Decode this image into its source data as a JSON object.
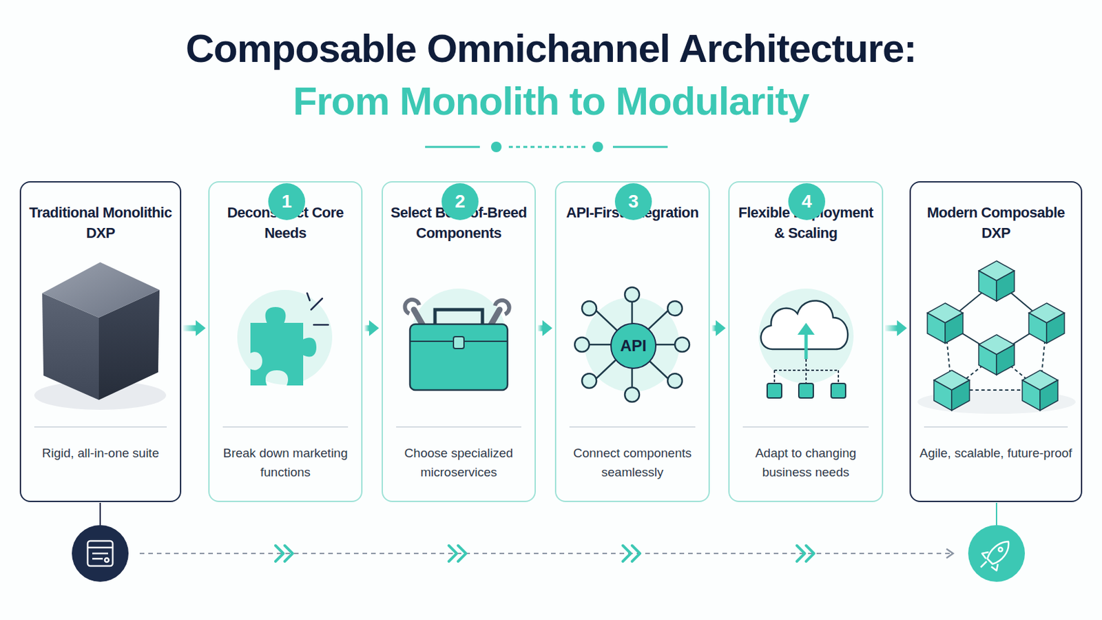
{
  "diagram": {
    "title": "Composable Omnichannel Architecture:",
    "nodes": [
      {
        "text": [
          "Traditional Monolithic DXP",
          "Rigid, all-in-one suite"
        ]
      },
      {
        "text": [
          "Deconstruct Core Needs",
          "Break down marketing functions"
        ]
      },
      {
        "text": [
          "1"
        ],
        "in": 1
      },
      {
        "text": [
          "Select Best-of-Breed Components",
          "Choose specialized microservices"
        ]
      },
      {
        "text": [
          "2"
        ],
        "in": 3
      },
      {
        "text": [
          "API-First Integration",
          "Connect components seamlessly"
        ]
      },
      {
        "text": [
          "3"
        ],
        "in": 5
      },
      {
        "text": [
          "API"
        ],
        "in": 5
      },
      {
        "text": [
          "Flexible Deployment & Scaling",
          "Adapt to changing business needs"
        ]
      },
      {
        "text": [
          "4"
        ],
        "in": 8
      },
      {
        "text": [
          "Modern Composable DXP",
          "Agile, scalable, future-proof"
        ]
      }
    ],
    "edges": [
      {
        "from": 0,
        "to": 1,
        "arrow": "to"
      },
      {
        "from": 1,
        "to": 3,
        "arrow": "to"
      },
      {
        "from": 3,
        "to": 5,
        "arrow": "to"
      },
      {
        "from": 5,
        "to": 8,
        "arrow": "to"
      },
      {
        "from": 8,
        "to": 10,
        "arrow": "to"
      }
    ],
    "labels": [
      "From Monolith to Modularity"
    ]
  }
}
